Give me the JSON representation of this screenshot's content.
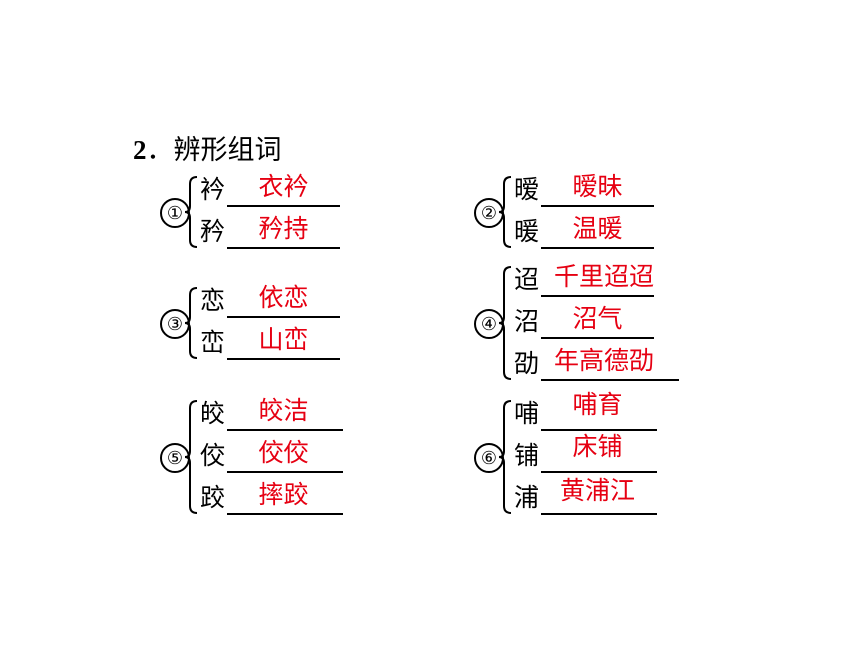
{
  "title": {
    "number": "2",
    "text": "．辨形组词"
  },
  "groups": [
    {
      "marker": "①",
      "rows": [
        {
          "char": "衿",
          "answer": "衣衿"
        },
        {
          "char": "矜",
          "answer": "矜持"
        }
      ]
    },
    {
      "marker": "②",
      "rows": [
        {
          "char": "暧",
          "answer": "暧昧"
        },
        {
          "char": "暖",
          "answer": "温暖"
        }
      ]
    },
    {
      "marker": "③",
      "rows": [
        {
          "char": "恋",
          "answer": "依恋"
        },
        {
          "char": "峦",
          "answer": "山峦"
        }
      ]
    },
    {
      "marker": "④",
      "rows": [
        {
          "char": "迢",
          "answer": "千里迢迢"
        },
        {
          "char": "沼",
          "answer": "沼气"
        },
        {
          "char": "劭",
          "answer": "年高德劭"
        }
      ]
    },
    {
      "marker": "⑤",
      "rows": [
        {
          "char": "皎",
          "answer": "皎洁"
        },
        {
          "char": "佼",
          "answer": "佼佼"
        },
        {
          "char": "跤",
          "answer": "摔跤"
        }
      ]
    },
    {
      "marker": "⑥",
      "rows": [
        {
          "char": "哺",
          "answer": "哺育"
        },
        {
          "char": "铺",
          "answer": "床铺"
        },
        {
          "char": "浦",
          "answer": "黄浦江"
        }
      ]
    }
  ],
  "colors": {
    "answer": "#e60012",
    "text": "#000000"
  }
}
